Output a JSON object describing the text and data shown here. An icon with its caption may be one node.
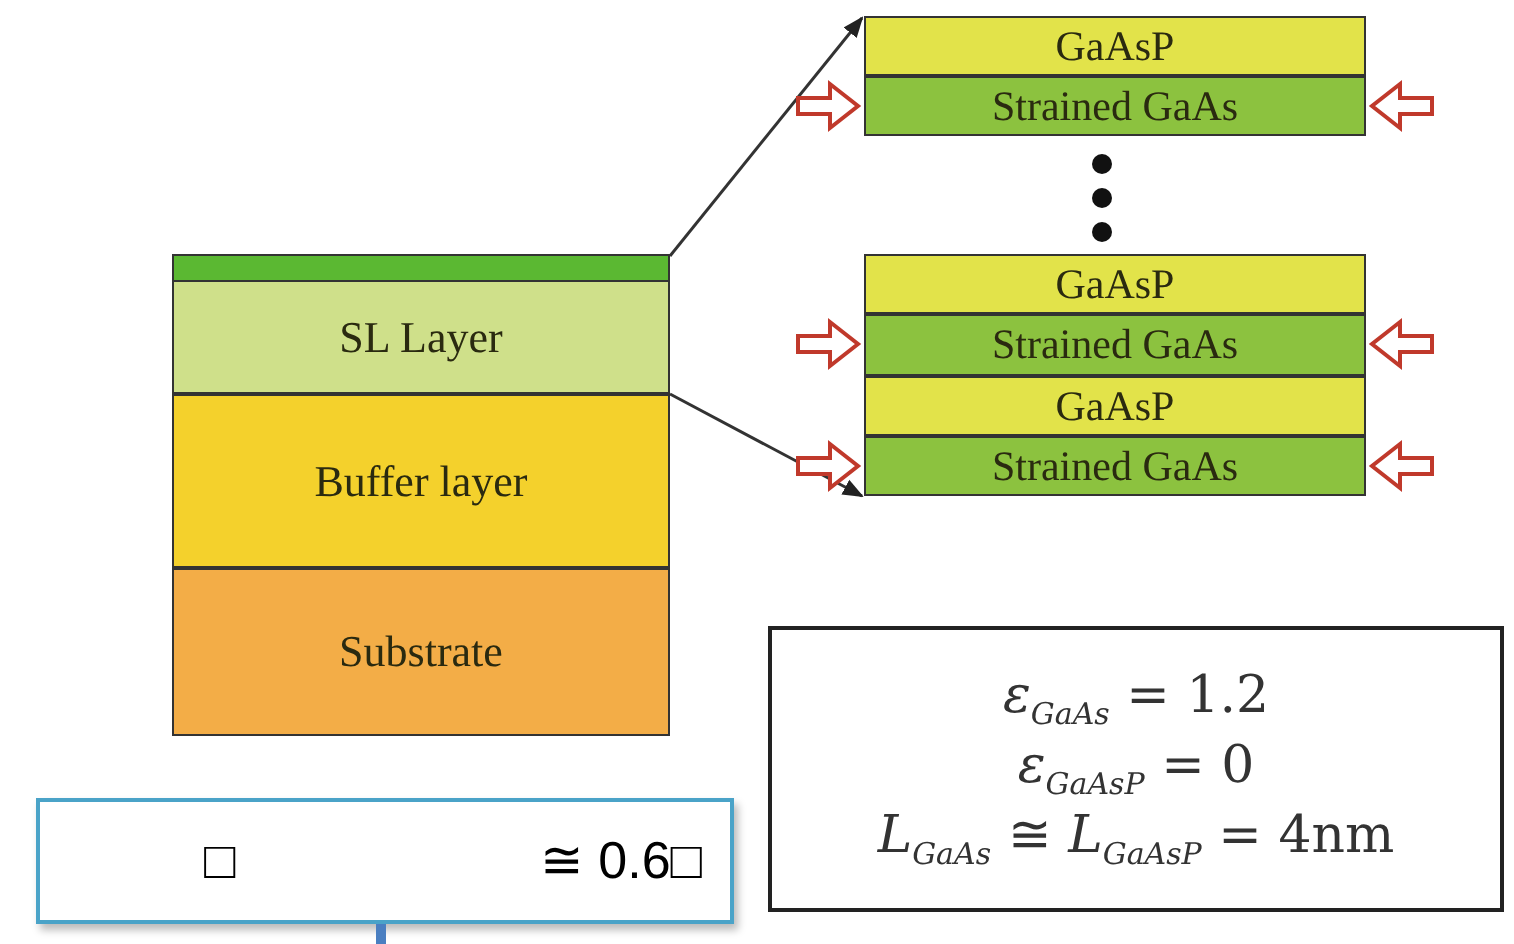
{
  "diagram": {
    "nodes": [
      {
        "text": [],
        "shape": "bar"
      },
      {
        "text": [
          "SL Layer"
        ]
      },
      {
        "text": [
          "Buffer layer"
        ]
      },
      {
        "text": [
          "Substrate"
        ]
      },
      {
        "text": [
          "GaAsP"
        ]
      },
      {
        "text": [
          "Strained GaAs"
        ]
      },
      {
        "text": [
          "GaAsP"
        ]
      },
      {
        "text": [
          "Strained GaAs"
        ]
      },
      {
        "text": [
          "GaAsP"
        ]
      },
      {
        "text": [
          "Strained GaAs"
        ]
      },
      {
        "text": [
          "*ε*$_{GaAs}$ = 1.2",
          "*ε*$_{GaAsP}$ = 0",
          "*L*$_{GaAs}$ ≅ *L*$_{GaAsP}$ = 4nm"
        ]
      },
      {
        "text": [
          "□",
          "≅ 0.6□"
        ]
      }
    ],
    "edges": [
      {
        "from": 0,
        "to": 4,
        "arrow": "to"
      },
      {
        "from": 1,
        "to": 9,
        "arrow": "to"
      }
    ]
  }
}
